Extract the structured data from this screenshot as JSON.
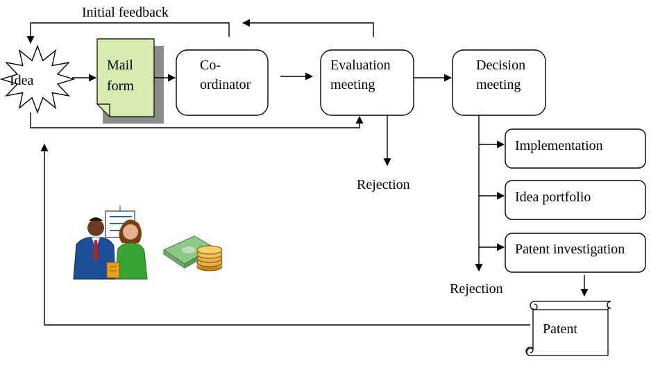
{
  "nodes": {
    "idea": "Idea",
    "mail_form_line1": "Mail",
    "mail_form_line2": "form",
    "coordinator_line1": "Co-",
    "coordinator_line2": "ordinator",
    "evaluation_line1": "Evaluation",
    "evaluation_line2": "meeting",
    "decision_line1": "Decision",
    "decision_line2": "meeting",
    "implementation": "Implementation",
    "idea_portfolio": "Idea portfolio",
    "patent_investigation": "Patent investigation",
    "patent": "Patent"
  },
  "labels": {
    "initial_feedback": "Initial feedback",
    "rejection_evaluation": "Rejection",
    "rejection_decision": "Rejection"
  },
  "colors": {
    "mail_form_fill": "#d9eab0",
    "mail_form_shadow": "#8c8c8c"
  },
  "icons": {
    "meeting_clipart": "business-people-meeting-icon",
    "money_clipart": "money-coins-icon"
  }
}
